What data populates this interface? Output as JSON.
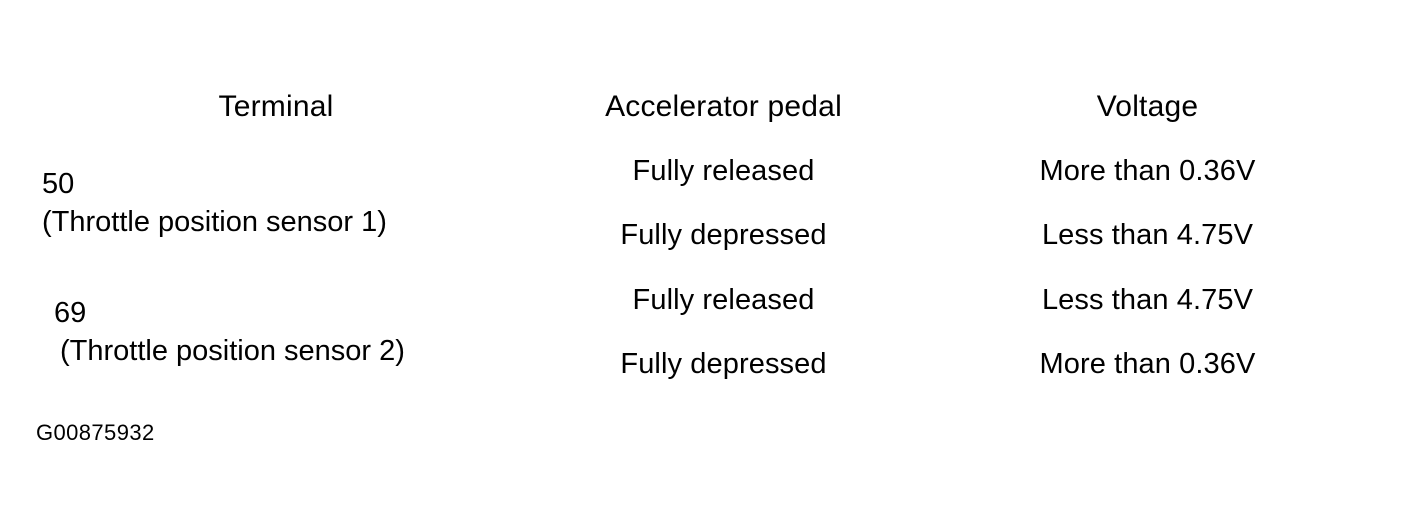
{
  "document": {
    "caption": "G00875932"
  },
  "table": {
    "headers": {
      "terminal": "Terminal",
      "pedal": "Accelerator pedal",
      "voltage": "Voltage"
    },
    "groups": [
      {
        "terminal_id": "50",
        "terminal_desc": "(Throttle position sensor 1)",
        "rows": [
          {
            "pedal": "Fully released",
            "voltage": "More than 0.36V"
          },
          {
            "pedal": "Fully depressed",
            "voltage": "Less than 4.75V"
          }
        ]
      },
      {
        "terminal_id": "69",
        "terminal_desc": "(Throttle position sensor 2)",
        "rows": [
          {
            "pedal": "Fully released",
            "voltage": "Less than 4.75V"
          },
          {
            "pedal": "Fully depressed",
            "voltage": "More than 0.36V"
          }
        ]
      }
    ]
  },
  "colors": {
    "ink": "#000000",
    "paper": "#ffffff"
  }
}
